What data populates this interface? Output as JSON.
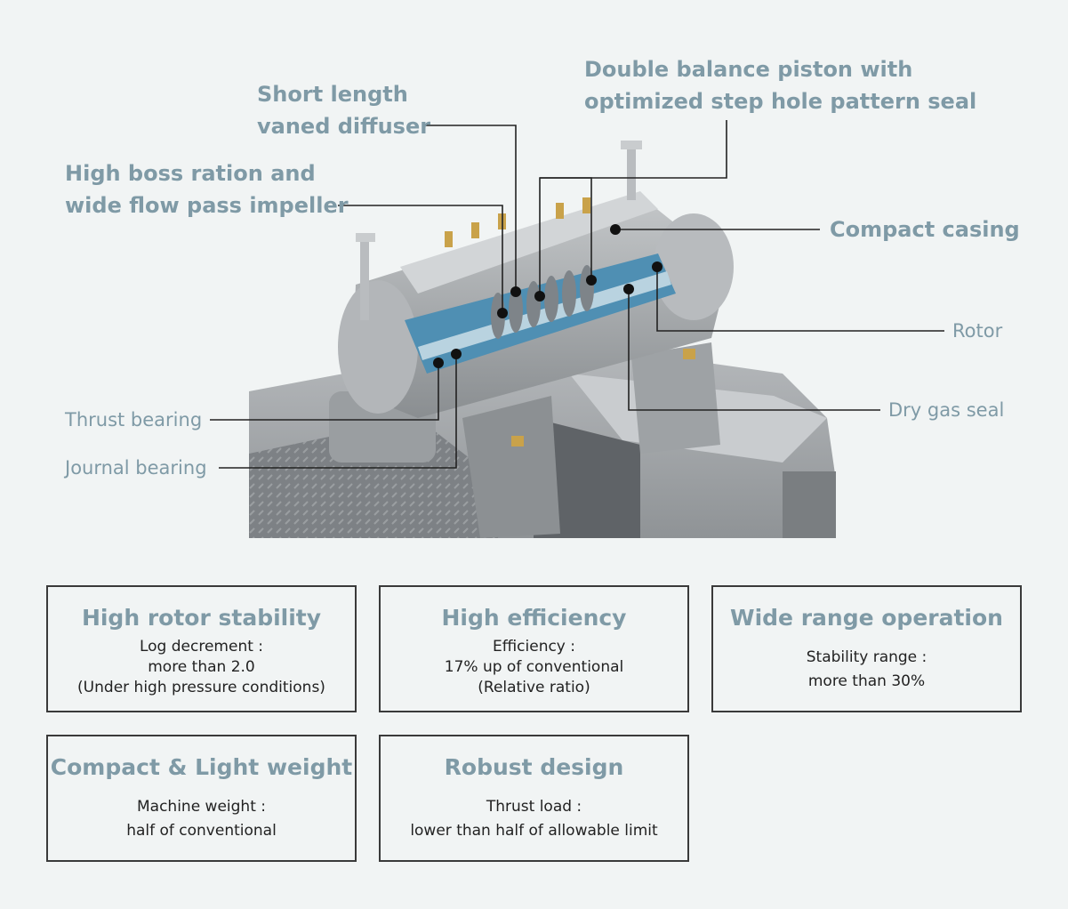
{
  "callouts": {
    "vaned_diffuser": [
      "Short length",
      "vaned diffuser"
    ],
    "balance_piston": [
      "Double balance piston with",
      "optimized step hole pattern seal"
    ],
    "impeller": [
      "High boss ration and",
      "wide flow pass impeller"
    ],
    "casing": "Compact casing",
    "rotor": "Rotor",
    "dry_gas_seal": "Dry gas seal",
    "thrust_bearing": "Thrust bearing",
    "journal_bearing": "Journal bearing"
  },
  "features": [
    {
      "title": "High rotor stability",
      "lines": [
        "Log decrement :",
        "more than 2.0",
        "(Under high pressure conditions)"
      ]
    },
    {
      "title": "High efficiency",
      "lines": [
        "Efficiency :",
        "17% up of conventional",
        "(Relative ratio)"
      ]
    },
    {
      "title": "Wide range operation",
      "lines": [
        "Stability range :",
        "more than 30%"
      ]
    },
    {
      "title": "Compact & Light weight",
      "lines": [
        "Machine weight :",
        "half of conventional"
      ]
    },
    {
      "title": "Robust design",
      "lines": [
        "Thrust load :",
        "lower than half of allowable limit"
      ]
    }
  ],
  "colors": {
    "label": "#7f9aa6",
    "cutaway_blue": "#4f8fb3",
    "metal": "#a9adb0",
    "box_border": "#3a3a3a"
  }
}
